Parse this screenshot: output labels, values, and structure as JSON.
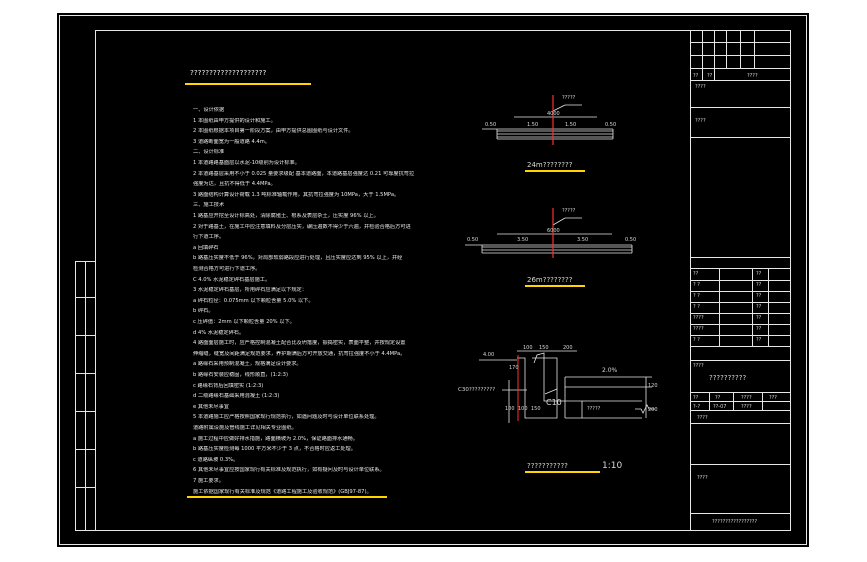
{
  "drawing": {
    "main_title": "????????????????????",
    "notes": [
      "一、设计依据",
      "1  本图纸由甲方提供的设计和施工。",
      "2  本图纸根据本项目第一阶段方案，由甲方提供总图图纸与设计文件。",
      "3  道路断面宽为一般道路 4.4m。",
      "二、设计标准",
      "1  本道路路基面层以水泥-10级别为设计标准。",
      "2  本道路基层采用不小于 0.025 量要求级配 基本道路面，本道路基层强度达 0.21 可靠度抗弯拉",
      "   强度为达，且抗不得低于 4.4MPa。",
      "3  路面结构计算设计荷载 1.3 吨标准轴载作用，其抗弯拉强度为 10MPa，大于 1.5MPa。",
      "三、施工技术",
      "1  路基应开挖至设计标高处，清除腐殖土、根系及表层杂土，压实度 96% 以上。",
      "2  对于路基土，在施工中应注意填料及分层压实，碾压遍数不得少于六遍，并检验合格后方可进",
      "   行下道工序。",
      "   a  回填碎石",
      "   b  路基压实度不低于 96%，对局部软弱路段应进行处理，且压实度应达到 95% 以上，并经",
      "      检测合格方可进行下道工序。",
      "   C  4.0% 水泥稳定碎石基层施工。",
      "3  水泥稳定碎石基层，所用碎石应满足以下规定：",
      "   a  碎石粒径：0.075mm 以下颗粒含量 5.0% 以下。",
      "   b  碎石。",
      "   c  压碎值：2mm 以下颗粒含量 20% 以下。",
      "   d  4% 水泥稳定碎石。",
      "4  路面面层施工时，应严格控制混凝土配合比及坍落度，振捣密实，表面平整，并按规定设置",
      "   伸缩缝，缝宽及间距满足规范要求，养护期满后方可开放交通，抗弯拉强度不小于 4.4MPa。",
      "   a  路缘石采用预制混凝土，规格满足设计要求。",
      "   b  路缘石安装应稳固，线形顺直，(1:2:3)",
      "   c  路缘石背后回填密实 (1:2:3)",
      "   d  二级路缘石基础采用混凝土 (1:2:3)",
      "   e  其他未尽事宜",
      "5  本道路施工应严格按照国家现行规范执行，如遇问题及时与设计单位联系处理。",
      "   道路附属设施及管线施工详见相关专业图纸。",
      "   a  施工过程中应做好排水措施，路面横坡为 2.0%，保证路面排水通畅。",
      "   b  路基压实度检测每 1000 平方米不少于 3 点，不合格时应返工处理。",
      "   c  道路纵坡 0.3%。",
      "6  其他未尽事宜应按国家现行有关标准及规范执行，如有疑问及时与设计单位联系。",
      "7  施工要求。",
      "   施工依据国家现行有关标准及规范《道路工程施工及验收规范》(GBJ97-87)。"
    ],
    "sec1": {
      "label": "?????",
      "total": "4000",
      "left_dim": "0.50",
      "mid_left": "1.50",
      "mid_right": "1.50",
      "right_dim": "0.50",
      "caption": "24m????????"
    },
    "sec2": {
      "label": "?????",
      "total": "6000",
      "left_dim": "0.50",
      "mid_left": "3.50",
      "mid_right": "3.50",
      "right_dim": "0.50",
      "caption": "26m????????"
    },
    "detail": {
      "dims_top": [
        "100",
        "150",
        "200"
      ],
      "left_level": "4.00",
      "slope": "2.0%",
      "c30_label": "C30?????????",
      "c10_label": "C10",
      "top_dim": "170",
      "bot_dims": [
        "100",
        "100",
        "150"
      ],
      "base_label": "?????",
      "right_dims": [
        "120",
        "200"
      ],
      "caption": "???????????",
      "scale": "1:10"
    },
    "title_block": {
      "h1": [
        "??",
        "??",
        "????"
      ],
      "r2": "????",
      "r3": "????",
      "table": [
        [
          "??",
          "",
          "??"
        ],
        [
          "? ?",
          "",
          "??"
        ],
        [
          "? ?",
          "",
          "??"
        ],
        [
          "? ?",
          "",
          "??"
        ],
        [
          "????",
          "",
          "??"
        ],
        [
          "????",
          "",
          "??"
        ],
        [
          "? ?",
          "",
          "??"
        ]
      ],
      "lbl_a": "????",
      "big": "??????????",
      "row_a": [
        "??",
        "??",
        "????",
        "???"
      ],
      "row_b": [
        "?-?",
        "??-07",
        "????",
        ""
      ],
      "row_c": "????",
      "lbl_b": "????",
      "bottom": "?????????????????"
    }
  }
}
